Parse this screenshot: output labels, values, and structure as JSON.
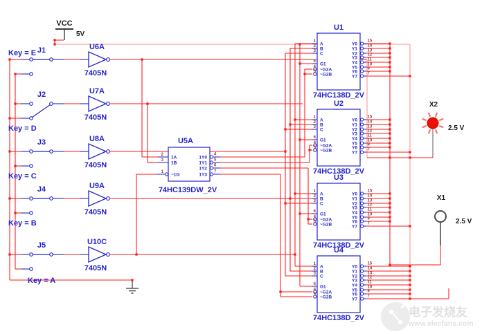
{
  "power": {
    "vcc_label": "VCC",
    "vcc_value": "5V"
  },
  "switches": [
    {
      "ref": "J1",
      "key_label": "Key = E"
    },
    {
      "ref": "J2",
      "key_label": "Key = D"
    },
    {
      "ref": "J3",
      "key_label": "Key = C"
    },
    {
      "ref": "J4",
      "key_label": "Key = B"
    },
    {
      "ref": "J5",
      "key_label": "Key = A"
    }
  ],
  "inverters": [
    {
      "ref": "U6A",
      "part": "7405N"
    },
    {
      "ref": "U7A",
      "part": "7405N"
    },
    {
      "ref": "U8A",
      "part": "7405N"
    },
    {
      "ref": "U9A",
      "part": "7405N"
    },
    {
      "ref": "U10C",
      "part": "7405N"
    }
  ],
  "dual_decoder": {
    "ref": "U5A",
    "part": "74HC139DW_2V",
    "left_pins": [
      {
        "num": "2",
        "label": "1A",
        "bubble": false
      },
      {
        "num": "3",
        "label": "1B",
        "bubble": false
      },
      {
        "num": "1",
        "label": "~1G",
        "bubble": true
      }
    ],
    "right_pins": [
      {
        "num": "4",
        "label": "1Y0"
      },
      {
        "num": "5",
        "label": "1Y1"
      },
      {
        "num": "6",
        "label": "1Y2"
      },
      {
        "num": "7",
        "label": "1Y3"
      }
    ]
  },
  "decoders": [
    {
      "ref": "U1",
      "part": "74HC138D_2V"
    },
    {
      "ref": "U2",
      "part": "74HC138D_2V"
    },
    {
      "ref": "U3",
      "part": "74HC138D_2V"
    },
    {
      "ref": "U4",
      "part": "74HC138D_2V"
    }
  ],
  "decoder_pins": {
    "left": [
      {
        "num": "1",
        "label": "A",
        "bubble": false
      },
      {
        "num": "2",
        "label": "B",
        "bubble": false
      },
      {
        "num": "3",
        "label": "C",
        "bubble": false
      },
      {
        "num": "6",
        "label": "G1",
        "bubble": false
      },
      {
        "num": "4",
        "label": "~G2A",
        "bubble": true
      },
      {
        "num": "5",
        "label": "~G2B",
        "bubble": true
      }
    ],
    "right": [
      {
        "num": "15",
        "label": "Y0"
      },
      {
        "num": "14",
        "label": "Y1"
      },
      {
        "num": "13",
        "label": "Y2"
      },
      {
        "num": "12",
        "label": "Y3"
      },
      {
        "num": "11",
        "label": "Y4"
      },
      {
        "num": "10",
        "label": "Y5"
      },
      {
        "num": "9",
        "label": "Y6"
      },
      {
        "num": "7",
        "label": "Y7"
      }
    ]
  },
  "probes": [
    {
      "ref": "X2",
      "value": "2.5 V",
      "lit": true
    },
    {
      "ref": "X1",
      "value": "2.5 V",
      "lit": false
    }
  ],
  "watermark": {
    "brand": "电子发烧友",
    "site": "www.elecfans.com"
  },
  "colors": {
    "wire": "#fd1616",
    "wire_light": "#ff9090",
    "component": "#2323cb",
    "pin_number": "#9a3535",
    "text_dark": "#1a1a1a",
    "probe_on": "#ee1005",
    "probe_ray": "#ff7070",
    "watermark": "#dedede"
  }
}
